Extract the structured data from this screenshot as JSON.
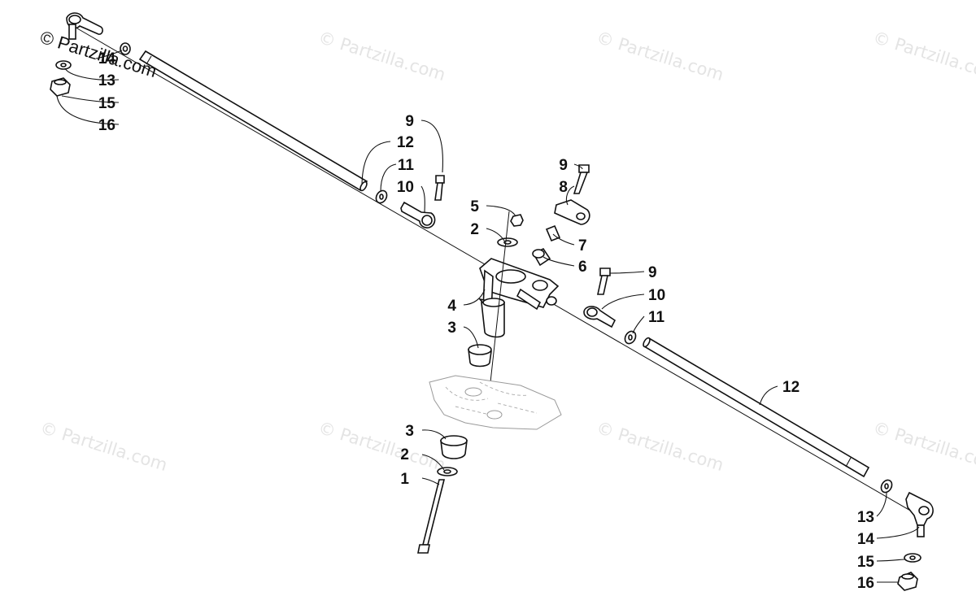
{
  "copyright": "© Partzilla.com",
  "watermark_text": "© Partzilla.com",
  "callouts": [
    {
      "id": "c1",
      "label": "1"
    },
    {
      "id": "c2a",
      "label": "2"
    },
    {
      "id": "c2b",
      "label": "2"
    },
    {
      "id": "c3a",
      "label": "3"
    },
    {
      "id": "c3b",
      "label": "3"
    },
    {
      "id": "c4",
      "label": "4"
    },
    {
      "id": "c5",
      "label": "5"
    },
    {
      "id": "c6",
      "label": "6"
    },
    {
      "id": "c7",
      "label": "7"
    },
    {
      "id": "c8",
      "label": "8"
    },
    {
      "id": "c9a",
      "label": "9"
    },
    {
      "id": "c9b",
      "label": "9"
    },
    {
      "id": "c9c",
      "label": "9"
    },
    {
      "id": "c10a",
      "label": "10"
    },
    {
      "id": "c10b",
      "label": "10"
    },
    {
      "id": "c11a",
      "label": "11"
    },
    {
      "id": "c11b",
      "label": "11"
    },
    {
      "id": "c12a",
      "label": "12"
    },
    {
      "id": "c12b",
      "label": "12"
    },
    {
      "id": "c13a",
      "label": "13"
    },
    {
      "id": "c13b",
      "label": "13"
    },
    {
      "id": "c14a",
      "label": "14"
    },
    {
      "id": "c14b",
      "label": "14"
    },
    {
      "id": "c15a",
      "label": "15"
    },
    {
      "id": "c15b",
      "label": "15"
    },
    {
      "id": "c16a",
      "label": "16"
    },
    {
      "id": "c16b",
      "label": "16"
    }
  ]
}
